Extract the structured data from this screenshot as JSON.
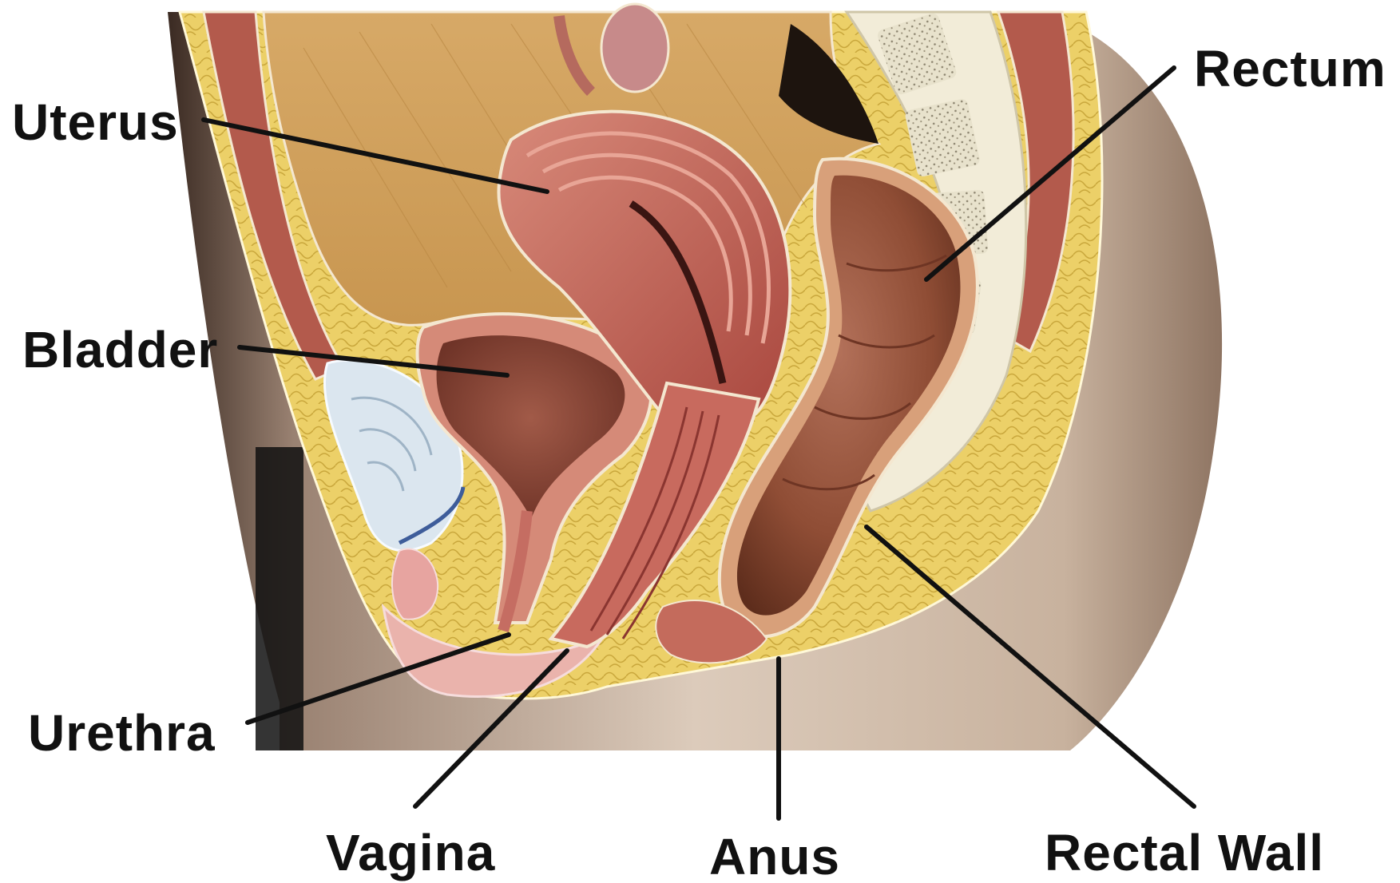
{
  "labels": {
    "uterus": "Uterus",
    "bladder": "Bladder",
    "urethra": "Urethra",
    "vagina": "Vagina",
    "anus": "Anus",
    "rectum": "Rectum",
    "rectal_wall": "Rectal Wall"
  },
  "colors": {
    "label_text": "#111111",
    "leader_line": "#111111",
    "skin": "#d9c6b5",
    "fat": "#e6c860",
    "muscle": "#b85a4f",
    "cavity": "#d8ad6a",
    "bladder": "#8a4537",
    "rectum": "#8a4a33",
    "bone": "#e8e3d2",
    "pubic_cartilage": "#dbe6ef"
  }
}
